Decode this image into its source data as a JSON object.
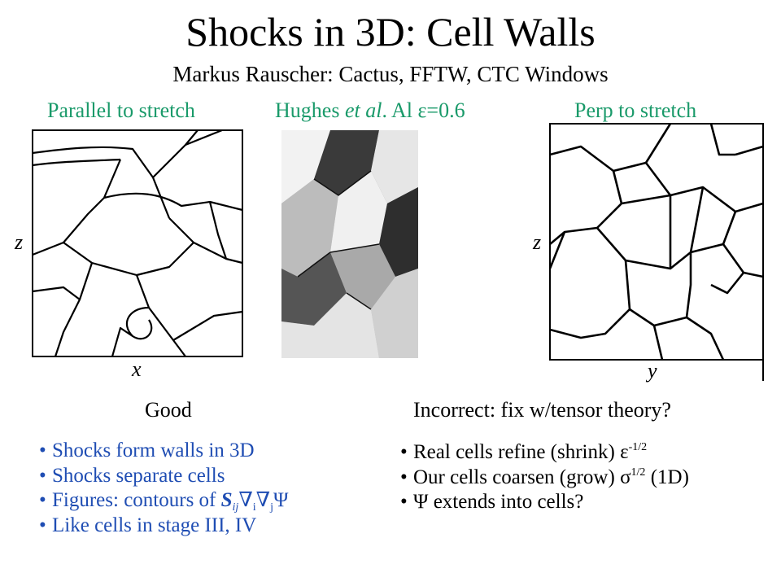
{
  "title": "Shocks in 3D: Cell Walls",
  "subtitle": "Markus Rauscher: Cactus, FFTW, CTC Windows",
  "captions": {
    "left": "Parallel to stretch",
    "middle_prefix": "Hughes ",
    "middle_italic": "et al",
    "middle_suffix": ". Al ε=0.6",
    "right": "Perp to stretch"
  },
  "axes": {
    "left_y": "z",
    "left_x": "x",
    "right_y": "z",
    "right_x": "y"
  },
  "labels": {
    "good": "Good",
    "incorrect": "Incorrect: fix w/tensor theory?"
  },
  "left_bullets": {
    "b1": "Shocks form walls in 3D",
    "b2": "Shocks separate cells",
    "b3_prefix": "Figures: contours of ",
    "b3_S": "S",
    "b3_ij": "ij",
    "b3_nabla1": "∇",
    "b3_i": "i",
    "b3_nabla2": "∇",
    "b3_j": "j",
    "b3_psi": "Ψ",
    "b4": "Like cells in stage III, IV"
  },
  "right_bullets": {
    "b1_prefix": "Real cells refine (shrink) ε",
    "b1_sup": "-1/2",
    "b2_prefix": "Our cells coarsen (grow) σ",
    "b2_sup": "1/2",
    "b2_suffix": " (1D)",
    "b3": "Ψ extends into cells?"
  },
  "bullet_char": "•",
  "colors": {
    "caption": "#1a9a6a",
    "bullet_text": "#1f4db3",
    "text": "#000000"
  }
}
